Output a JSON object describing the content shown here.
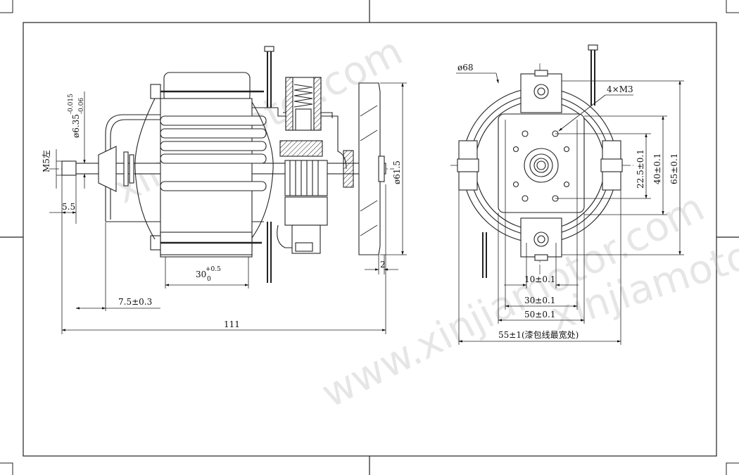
{
  "drawing": {
    "side_view": {
      "thread_label": "M5左",
      "shaft_dia_label": "ø6.35",
      "shaft_tol_upper": "-0.015",
      "shaft_tol_lower": "-0.06",
      "shaft_end_length": "5.5",
      "stack_height_label": "30",
      "stack_tol_upper": "+0.5",
      "stack_tol_lower": "0",
      "offset_label": "7.5±0.3",
      "overall_length": "111",
      "fan_dia_label": "ø61.5",
      "fan_thickness": "2"
    },
    "front_view": {
      "outer_dia_label": "ø68",
      "screw_label": "4×M3",
      "dim_22_5": "22.5±0.1",
      "dim_40": "40±0.1",
      "dim_65": "65±0.1",
      "dim_10": "10±0.1",
      "dim_30": "30±0.1",
      "dim_50": "50±0.1",
      "dim_55": "55±1(漆包线最宽处)"
    },
    "watermarks": [
      "www.xinjiamotor.com",
      "xinjiamotor.com",
      "xinjiamotor"
    ]
  }
}
